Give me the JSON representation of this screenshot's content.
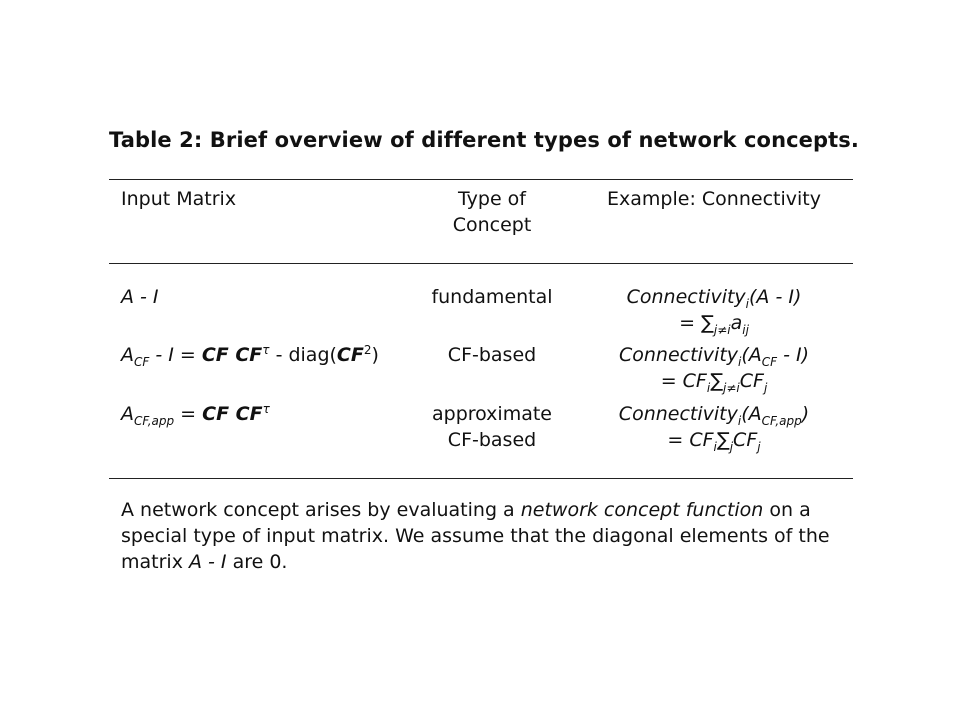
{
  "table": {
    "caption": "Table 2: Brief overview of different types of network concepts.",
    "headers": {
      "input_matrix": "Input Matrix",
      "type_of_concept_line1": "Type of",
      "type_of_concept_line2": "Concept",
      "example": "Example: Connectivity"
    },
    "rows": [
      {
        "input_matrix": "A - I",
        "type_line1": "fundamental",
        "type_line2": "",
        "example_name": "Connectivity",
        "example_index": "i",
        "example_arg": "(A - I)",
        "example_eq_prefix": "= ",
        "example_sum_sign": "∑",
        "example_sum_sub": "j≠i",
        "example_term": "a",
        "example_term_sub": "ij"
      },
      {
        "input_matrix_base": "A",
        "input_matrix_sub": "CF",
        "input_matrix_rest": " - I = ",
        "input_matrix_bold": "CF CF",
        "input_matrix_sup": "τ",
        "input_matrix_tail": " - diag(",
        "input_matrix_bold2": "CF",
        "input_matrix_sup2": "2",
        "input_matrix_close": ")",
        "type_line1": "CF-based",
        "type_line2": "",
        "example_name": "Connectivity",
        "example_index": "i",
        "example_arg_open": "(A",
        "example_arg_sub": "CF",
        "example_arg_close": " - I)",
        "example_eq_prefix": "= CF",
        "example_eq_sub": "i",
        "example_sum_sign": "∑",
        "example_sum_sub": "j≠i",
        "example_term": "CF",
        "example_term_sub": "j"
      },
      {
        "input_matrix_base": "A",
        "input_matrix_sub": "CF,app",
        "input_matrix_rest": " = ",
        "input_matrix_bold": "CF CF",
        "input_matrix_sup": "τ",
        "type_line1": "approximate",
        "type_line2": "CF-based",
        "example_name": "Connectivity",
        "example_index": "i",
        "example_arg_open": "(A",
        "example_arg_sub": "CF,app",
        "example_arg_close": ")",
        "example_eq_prefix": "= CF",
        "example_eq_sub": "i",
        "example_sum_sign": "∑",
        "example_sum_sub": "j",
        "example_term": "CF",
        "example_term_sub": "j"
      }
    ],
    "note": {
      "part1": "A network concept arises by evaluating a ",
      "italic": "network concept function",
      "part2": " on a special type of input matrix. We assume that the diagonal elements of the matrix ",
      "matrix": "A - I",
      "part3": " are 0."
    }
  }
}
